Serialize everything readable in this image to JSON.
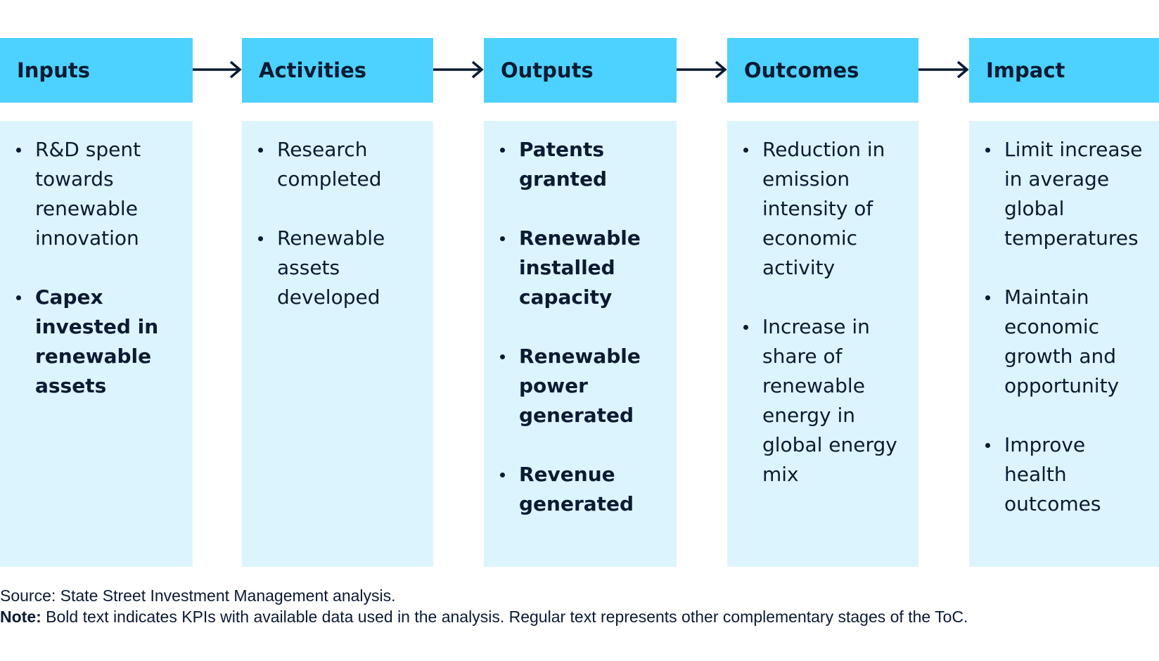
{
  "stages": [
    {
      "title": "Inputs",
      "items": [
        {
          "text": "R&D spent towards renewable innovation",
          "bold": false
        },
        {
          "text": "Capex invested in renewable assets",
          "bold": true
        }
      ]
    },
    {
      "title": "Activities",
      "items": [
        {
          "text": "Research completed",
          "bold": false
        },
        {
          "text": "Renewable assets developed",
          "bold": false
        }
      ]
    },
    {
      "title": "Outputs",
      "items": [
        {
          "text": "Patents granted",
          "bold": true
        },
        {
          "text": "Renewable installed capacity",
          "bold": true
        },
        {
          "text": "Renewable power generated",
          "bold": true
        },
        {
          "text": "Revenue generated",
          "bold": true
        }
      ]
    },
    {
      "title": "Outcomes",
      "items": [
        {
          "text": "Reduction in emission intensity of economic activity",
          "bold": false
        },
        {
          "text": "Increase in share of renewable energy in global energy mix",
          "bold": false
        }
      ]
    },
    {
      "title": "Impact",
      "items": [
        {
          "text": "Limit increase in average global temperatures",
          "bold": false
        },
        {
          "text": "Maintain economic growth and opportunity",
          "bold": false
        },
        {
          "text": "Improve health outcomes",
          "bold": false
        }
      ]
    }
  ],
  "footer": {
    "source": "Source: State Street Investment Management analysis.",
    "note_label": "Note:",
    "note_text": " Bold text indicates KPIs with available data used in the analysis. Regular text represents other complementary stages of the ToC."
  },
  "colors": {
    "header_bg": "#4dd2ff",
    "body_bg": "#dcf4fe",
    "text": "#0b1a33"
  },
  "icons": {
    "connector": "arrow-right-icon"
  }
}
